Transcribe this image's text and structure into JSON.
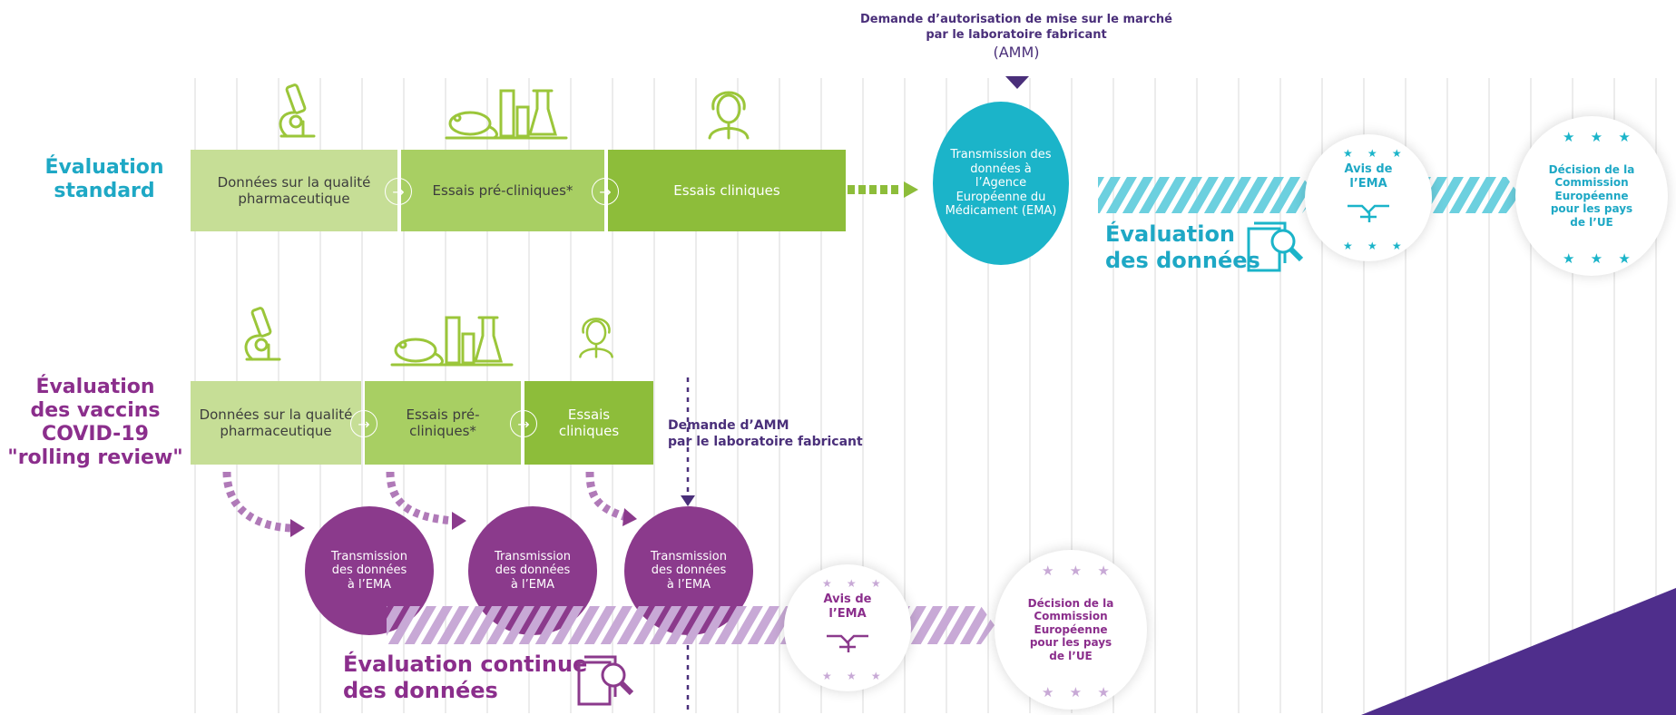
{
  "colors": {
    "teal": "#1bb4c9",
    "purple": "#8b3a8c",
    "dark_purple": "#4f2e8c",
    "light_purple": "#c8a9d6",
    "green_light": "#c6de96",
    "green_mid": "#a8cf63",
    "green_dark": "#8dbd3a",
    "label_teal": "#1ea8c5",
    "label_purple": "#8b2e8c"
  },
  "top_note": {
    "line1": "Demande d’autorisation de mise sur le marché",
    "line2": "par le laboratoire fabricant",
    "line3": "(AMM)"
  },
  "standard": {
    "label_line1": "Évaluation",
    "label_line2": "standard",
    "steps": [
      {
        "label": "Données sur la qualité pharmaceutique"
      },
      {
        "label": "Essais pré-cliniques*"
      },
      {
        "label": "Essais cliniques"
      }
    ],
    "transmission": "Transmission des données à l’Agence Européenne du Médicament (EMA)",
    "evaluation_line1": "Évaluation",
    "evaluation_line2": "des données",
    "avis": "Avis de l’EMA",
    "decision": "Décision de la Commission Européenne pour les pays de l’UE"
  },
  "covid": {
    "label_line1": "Évaluation",
    "label_line2": "des vaccins",
    "label_line3": "COVID-19",
    "label_line4": "\"rolling review\"",
    "steps": [
      {
        "label": "Données sur la qualité pharmaceutique"
      },
      {
        "label": "Essais pré-cliniques*"
      },
      {
        "label": "Essais cliniques"
      }
    ],
    "amm_note_line1": "Demande d’AMM",
    "amm_note_line2": "par le laboratoire fabricant",
    "transmissions": [
      {
        "label": "Transmission des données à l’EMA"
      },
      {
        "label": "Transmission des données à l’EMA"
      },
      {
        "label": "Transmission des données à l’EMA"
      }
    ],
    "evaluation_line1": "Évaluation continue",
    "evaluation_line2": "des données",
    "avis": "Avis de l’EMA",
    "decision": "Décision de la Commission Européenne pour les pays de l’UE"
  },
  "icons": [
    "microscope-icon",
    "lab-animal-glassware-icon",
    "doctor-icon",
    "document-search-icon",
    "handshake-icon",
    "star-icon",
    "arrow-right-icon"
  ],
  "glyphs": {
    "arrow": "→",
    "stars_row": "★ ★ ★",
    "star": "★"
  }
}
